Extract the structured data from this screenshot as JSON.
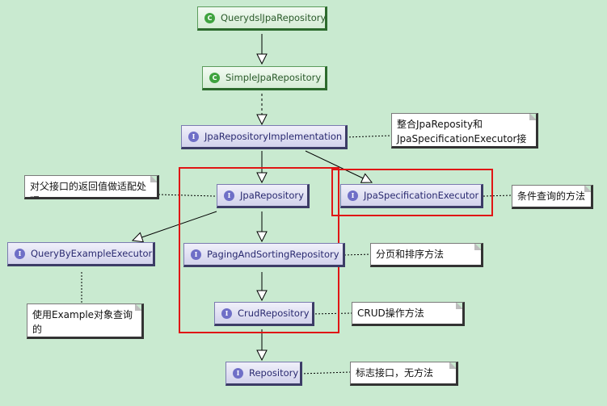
{
  "classes": [
    {
      "id": "querydsl",
      "label": "QuerydslJpaRepository",
      "badge": "C"
    },
    {
      "id": "simple",
      "label": "SimpleJpaRepository",
      "badge": "C"
    }
  ],
  "interfaces": [
    {
      "id": "impl",
      "label": "JpaRepositoryImplementation",
      "badge": "I"
    },
    {
      "id": "jpa",
      "label": "JpaRepository",
      "badge": "I"
    },
    {
      "id": "spec",
      "label": "JpaSpecificationExecutor",
      "badge": "I"
    },
    {
      "id": "qbe",
      "label": "QueryByExampleExecutor",
      "badge": "I"
    },
    {
      "id": "paging",
      "label": "PagingAndSortingRepository",
      "badge": "I"
    },
    {
      "id": "crud",
      "label": "CrudRepository",
      "badge": "I"
    },
    {
      "id": "repo",
      "label": "Repository",
      "badge": "I"
    }
  ],
  "notes": [
    {
      "id": "n_impl",
      "text": "整合JpaReposity和\nJpaSpecificationExecutor接口"
    },
    {
      "id": "n_jpa",
      "text": "对父接口的返回值做适配处理"
    },
    {
      "id": "n_spec",
      "text": "条件查询的方法"
    },
    {
      "id": "n_paging",
      "text": "分页和排序方法"
    },
    {
      "id": "n_qbe",
      "text": "使用Example对象查询的\n方法"
    },
    {
      "id": "n_crud",
      "text": "CRUD操作方法"
    },
    {
      "id": "n_repo",
      "text": "标志接口，无方法"
    }
  ],
  "colors": {
    "background": "#c9ead0",
    "highlight": "#e01515",
    "class_border": "#2d6a2d",
    "interface_border": "#3c3c66"
  }
}
